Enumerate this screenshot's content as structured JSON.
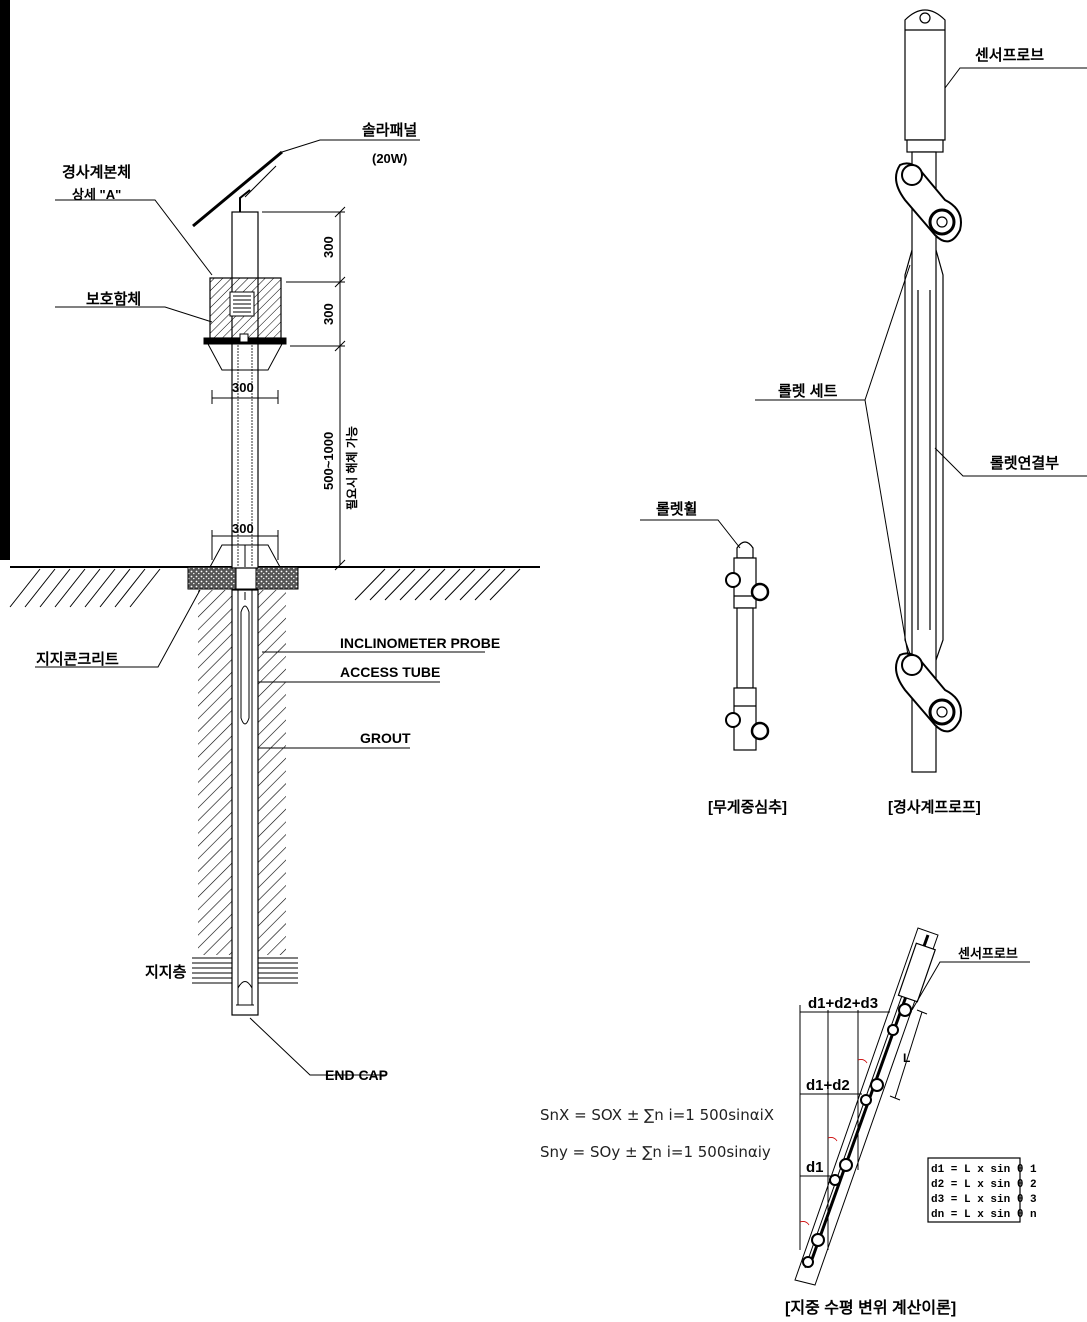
{
  "labels": {
    "solar_panel": "솔라패널",
    "solar_panel_w": "(20W)",
    "body": "경사계본체",
    "detail": "상세 \"A\"",
    "protect_box": "보호함체",
    "dim_300_a": "300",
    "dim_300_b": "300",
    "dim_300_c": "300",
    "dim_300_d": "300",
    "dim_500_1000": "500~1000",
    "dim_note": "필요시 해체 가능",
    "support_concrete": "지지콘크리트",
    "probe": "INCLINOMETER PROBE",
    "access_tube": "ACCESS TUBE",
    "grout": "GROUT",
    "support_layer": "지지층",
    "end_cap": "END CAP",
    "sensor_probe_top": "센서프로브",
    "roller_set": "롤렛 세트",
    "roller_connect": "롤렛연결부",
    "roller_wheel": "롤렛휠",
    "weight_caption": "[무게중심추]",
    "probe_caption": "[경사계프로프]",
    "sensor_probe_bottom": "센서프로브",
    "d123": "d1+d2+d3",
    "d12": "d1+d2",
    "d1": "d1",
    "L": "L",
    "eq_x": "SnX = SOX ± ∑n i=1 500sinαiX",
    "eq_y": "Sny = SOy ± ∑n i=1 500sinαiy",
    "box_d1": "d1 = L x sin θ 1",
    "box_d2": "d2 = L x sin θ 2",
    "box_d3": "d3 = L x sin θ 3",
    "box_dn": "dn = L x sin θ n",
    "theory_caption": "[지중 수평 변위 계산이론]"
  }
}
